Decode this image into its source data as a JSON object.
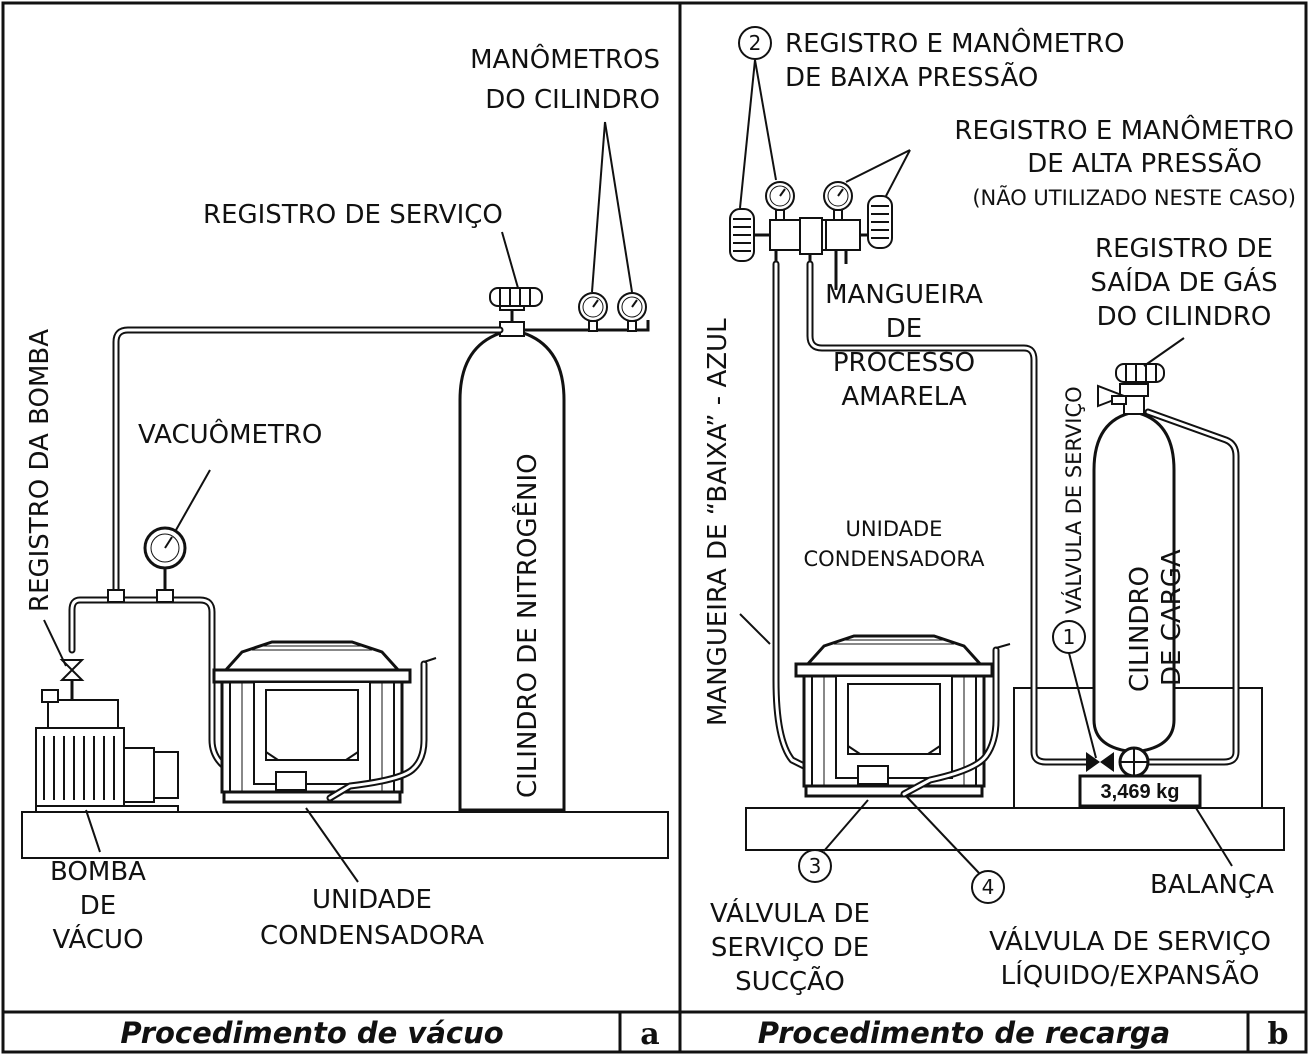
{
  "panel_a": {
    "labels": {
      "cylinder_gauges_1": "MANÔMETROS",
      "cylinder_gauges_2": "DO CILINDRO",
      "service_valve": "REGISTRO DE SERVIÇO",
      "vacuum_gauge": "VACUÔMETRO",
      "pump_valve": "REGISTRO DA BOMBA",
      "nitrogen_cylinder": "CILINDRO DE NITROGÊNIO",
      "pump_1": "BOMBA",
      "pump_2": "DE",
      "pump_3": "VÁCUO",
      "unit_1": "UNIDADE",
      "unit_2": "CONDENSADORA"
    },
    "caption": "Procedimento de vácuo",
    "letter": "a"
  },
  "panel_b": {
    "labels": {
      "low_1": "REGISTRO E MANÔMETRO",
      "low_2": "DE BAIXA PRESSÃO",
      "low_num": "2",
      "high_1": "REGISTRO E MANÔMETRO",
      "high_2": "DE ALTA PRESSÃO",
      "high_3": "(NÃO UTILIZADO NESTE CASO)",
      "gas_1": "REGISTRO DE",
      "gas_2": "SAÍDA DE GÁS",
      "gas_3": "DO CILINDRO",
      "service_valve_v": "VÁLVULA DE SERVIÇO",
      "low_hose_v": "MANGUEIRA DE “BAIXA” - AZUL",
      "process_1": "MANGUEIRA",
      "process_2": "DE",
      "process_3": "PROCESSO",
      "process_4": "AMARELA",
      "unit_1": "UNIDADE",
      "unit_2": "CONDENSADORA",
      "charge_1": "CILINDRO",
      "charge_2": "DE CARGA",
      "num_1": "1",
      "num_3": "3",
      "num_4": "4",
      "scale_reading": "3,469 kg",
      "scale": "BALANÇA",
      "suction_1": "VÁLVULA DE",
      "suction_2": "SERVIÇO DE",
      "suction_3": "SUCÇÃO",
      "liquid_1": "VÁLVULA DE SERVIÇO",
      "liquid_2": "LÍQUIDO/EXPANSÃO"
    },
    "caption": "Procedimento de recarga",
    "letter": "b"
  }
}
